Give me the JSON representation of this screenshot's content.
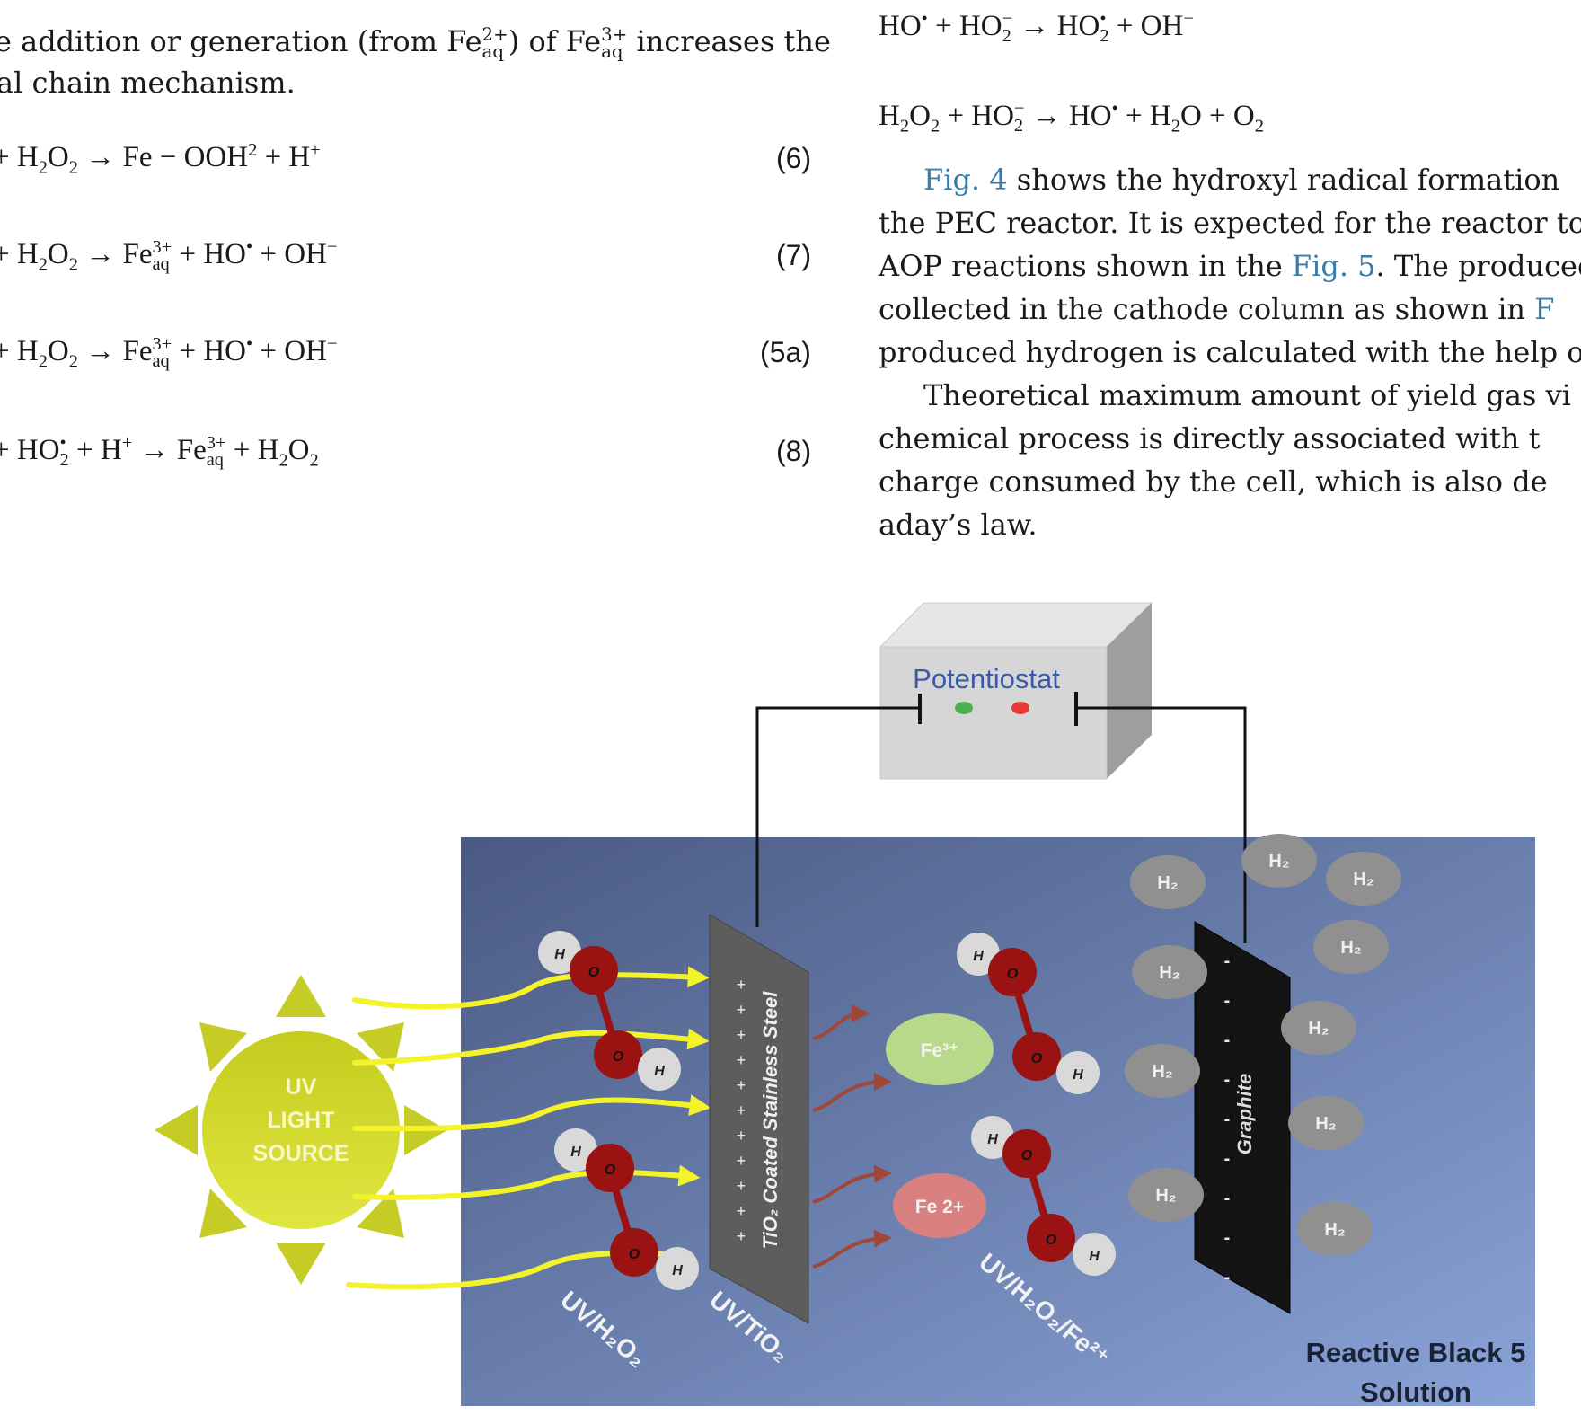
{
  "left_column": {
    "intro_line1_a": "e addition or generation (from Fe",
    "intro_line1_b": ") of Fe",
    "intro_line1_c": " increases the",
    "intro_line2": "al chain mechanism.",
    "equations": [
      {
        "number": "(6)"
      },
      {
        "number": "(7)"
      },
      {
        "number": "(5a)"
      },
      {
        "number": "(8)"
      }
    ]
  },
  "right_column": {
    "paragraph1": [
      {
        "link": "Fig. 4",
        "text": " shows the hydroxyl radical formation"
      },
      {
        "text": "the PEC reactor. It is expected for the reactor to"
      },
      {
        "pre": "AOP reactions shown in the ",
        "link": "Fig. 5",
        "text": ". The produced"
      },
      {
        "text": "collected in the cathode column as shown in ",
        "link": "F"
      },
      {
        "text": "produced hydrogen is calculated with the help of"
      }
    ],
    "paragraph2": [
      "Theoretical maximum amount of yield gas vi",
      "chemical process is directly associated with t",
      "charge consumed by the cell, which is also de",
      "aday’s law."
    ]
  },
  "figure": {
    "potentiostat_label": "Potentiostat",
    "uv_source": [
      "UV",
      "LIGHT",
      "SOURCE"
    ],
    "anode_label": "TiO₂ Coated Stainless Steel",
    "cathode_label": "Graphite",
    "label_uv_h2o2": "UV/H₂O₂",
    "label_uv_tio2": "UV/TiO₂",
    "label_uv_h2o2_fe": "UV/H₂O₂/Fe²⁺",
    "fe3_label": "Fe³⁺",
    "fe2_label": "Fe 2+",
    "h2_label": "H₂",
    "solution_label": [
      "Reactive Black 5",
      "Solution"
    ],
    "atom_o": "O",
    "atom_h": "H",
    "plus_sign": "+",
    "minus_sign": "-"
  },
  "colors": {
    "link": "#3a7ca8",
    "solution_top": "#4a5a82",
    "solution_bottom": "#8aa3d8",
    "sun": "#cfd62a",
    "ray": "#f4f32a",
    "oxygen": "#9a1212",
    "hydrogen": "#d9d9d9",
    "fe3": "#b8d88a",
    "fe2": "#d98080",
    "h2": "#909090",
    "potentiostat_text": "#3a5aa8"
  }
}
